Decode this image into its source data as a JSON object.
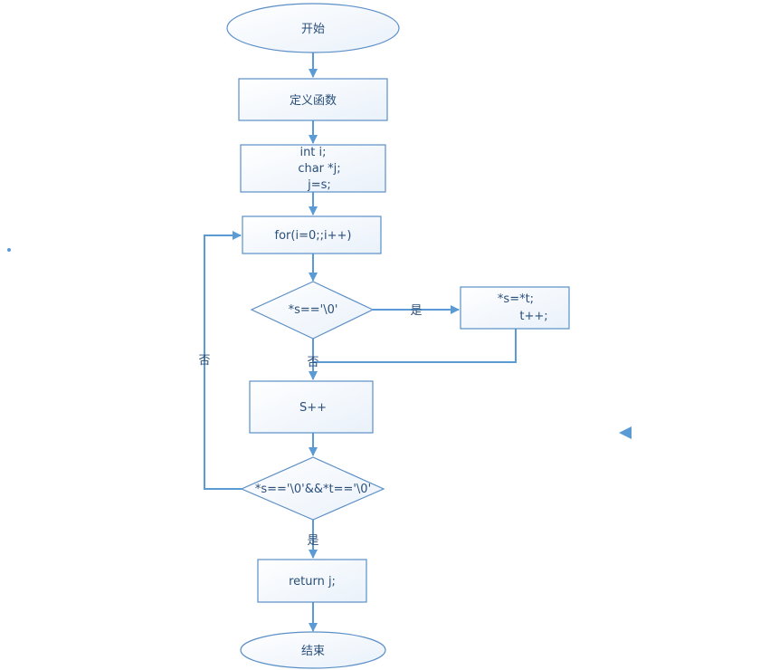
{
  "colors": {
    "stroke": "#5b8fc7",
    "edge": "#5b9bd5",
    "text": "#2a4f7a",
    "fill_light": "#ffffff",
    "fill_tint": "#e9f1fa"
  },
  "nodes": {
    "start": "开始",
    "define_function": "定义函数",
    "declare_line1": "int i;",
    "declare_line2": "char *j;",
    "declare_line3": "j=s;",
    "for_loop": "for(i=0;;i++)",
    "cond_s_null": "*s=='\\0'",
    "assign_line1": "*s=*t;",
    "assign_line2": "t++;",
    "s_increment": "S++",
    "cond_both_null": "*s=='\\0'&&*t=='\\0'",
    "return_j": "return j;",
    "end": "结束"
  },
  "edge_labels": {
    "cond1_yes": "是",
    "cond1_no": "否",
    "cond2_no": "否",
    "cond2_yes": "是"
  }
}
